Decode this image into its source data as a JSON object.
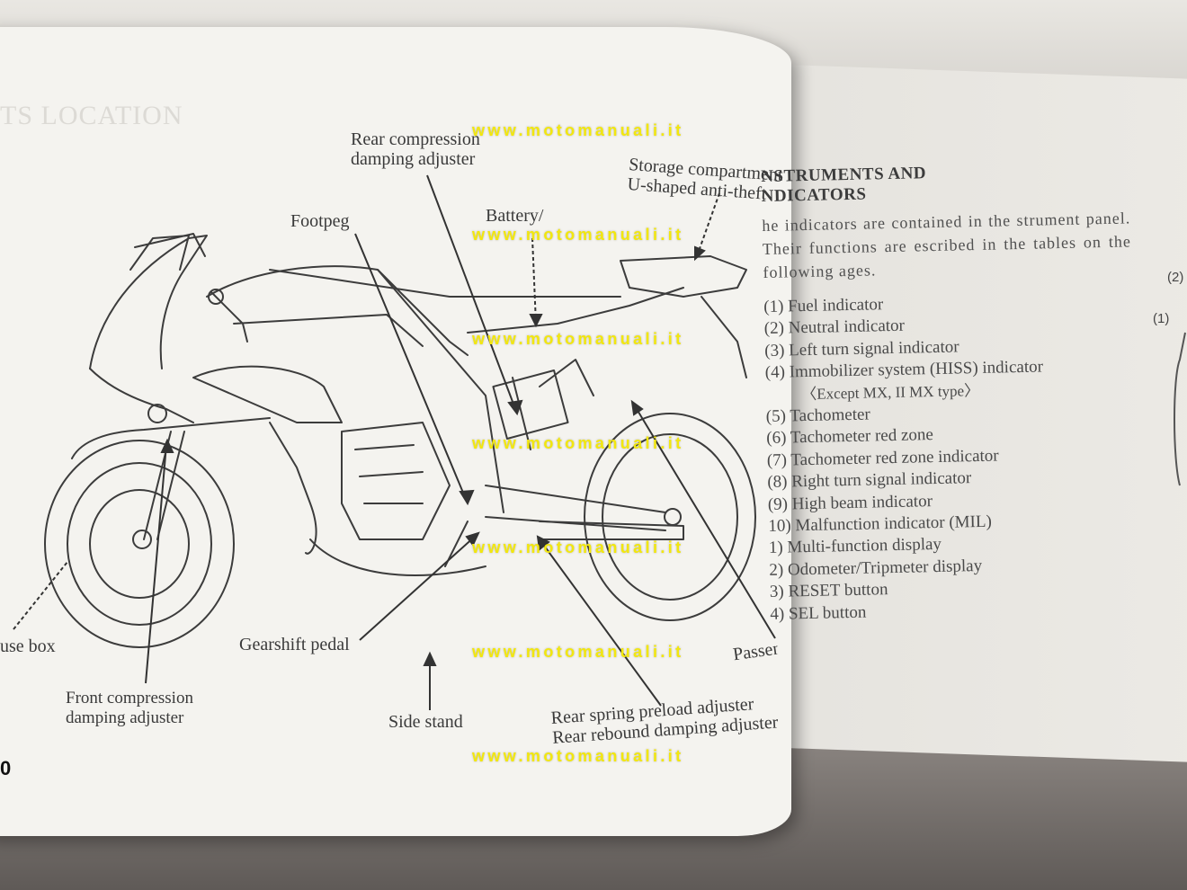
{
  "left_page": {
    "ghost_title": "TS LOCATION",
    "labels": {
      "rear_compression": [
        "Rear compression",
        "damping adjuster"
      ],
      "storage": [
        "Storage compartment",
        "U-shaped anti-theft"
      ],
      "footpeg": "Footpeg",
      "battery": "Battery/",
      "fuse_box": "use box",
      "front_compression": [
        "Front compression",
        "damping adjuster"
      ],
      "gearshift": "Gearshift pedal",
      "side_stand": "Side stand",
      "rear_spring": [
        "Rear spring preload adjuster",
        "Rear rebound damping adjuster"
      ],
      "passenger": "Passenger"
    },
    "page_number": "0"
  },
  "right_page": {
    "title_line1": "NSTRUMENTS AND",
    "title_line2": "NDICATORS",
    "intro": "he indicators are contained in the strument panel. Their functions are escribed in the tables on the following ages.",
    "items": [
      "(1) Fuel indicator",
      "(2) Neutral indicator",
      "(3) Left turn signal indicator",
      "(4) Immobilizer system (HISS) indicator",
      "〈Except MX, II MX type〉",
      "(5) Tachometer",
      "(6) Tachometer red zone",
      "(7) Tachometer red zone indicator",
      "(8) Right turn signal indicator",
      "(9) High beam indicator",
      "10) Malfunction indicator (MIL)",
      "1) Multi-function display",
      "2) Odometer/Tripmeter display",
      "3) RESET button",
      "4) SEL button"
    ],
    "callouts": [
      "(2)",
      "(1)"
    ]
  },
  "watermark": "www.motomanuali.it",
  "colors": {
    "watermark": "#f2e70f",
    "ink": "#3a3a3a",
    "paper": "#f4f3ef"
  }
}
